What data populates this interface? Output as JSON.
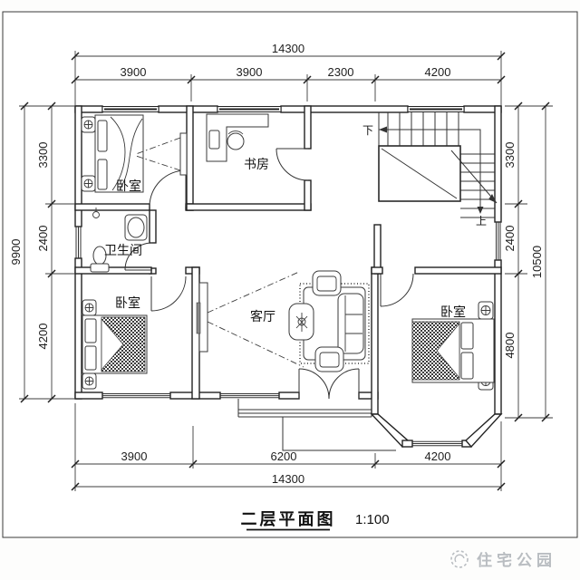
{
  "drawing": {
    "title": "二层平面图",
    "scale_label": "1:100",
    "watermark": "住宅公园",
    "rooms": {
      "bedroom_top_left": "卧室",
      "study": "书房",
      "bathroom": "卫生间",
      "living_room": "客厅",
      "bedroom_bottom_left": "卧室",
      "bedroom_bottom_right": "卧室"
    },
    "stairs": {
      "down": "下",
      "up": "上"
    },
    "dimensions": {
      "top": {
        "overall": "14300",
        "segments": [
          "3900",
          "3900",
          "2300",
          "4200"
        ]
      },
      "bottom": {
        "overall": "14300",
        "segments": [
          "3900",
          "6200",
          "4200"
        ]
      },
      "left": {
        "overall": "9900",
        "segments": [
          "3300",
          "2400",
          "4200"
        ]
      },
      "right": {
        "overall": "10500",
        "segments": [
          "3300",
          "2400",
          "4800"
        ]
      }
    },
    "colors": {
      "line": "#222222",
      "dimension_line": "#3c3c3c",
      "watermark": "#b9bdc1",
      "paper": "#fdfdfc"
    }
  }
}
